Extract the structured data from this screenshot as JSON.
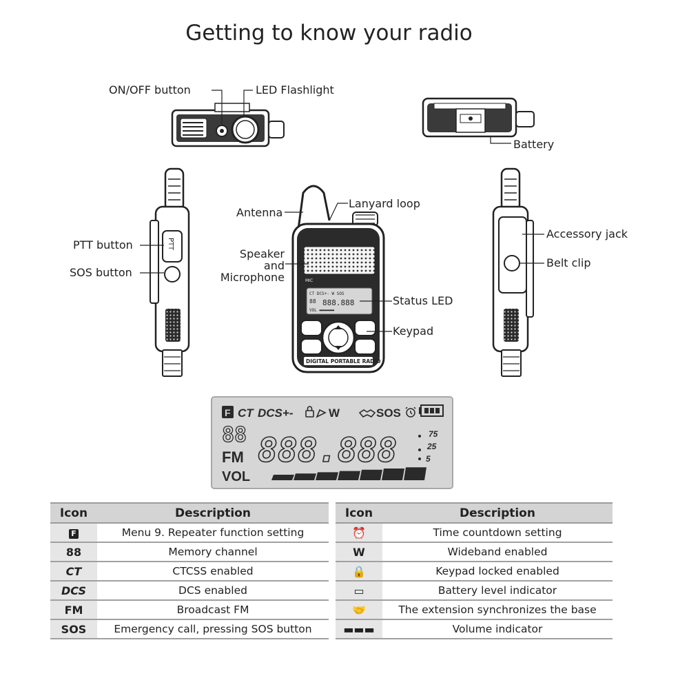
{
  "title": "Getting to know your radio",
  "labels": {
    "on_off": "ON/OFF button",
    "flashlight": "LED Flashlight",
    "battery": "Battery",
    "antenna": "Antenna",
    "lanyard": "Lanyard loop",
    "speaker_1": "Speaker",
    "speaker_2": "and",
    "speaker_3": "Microphone",
    "status_led": "Status LED",
    "keypad": "Keypad",
    "ptt": "PTT button",
    "sos": "SOS button",
    "accessory": "Accessory jack",
    "belt_clip": "Belt clip"
  },
  "radio_front": {
    "mic_text": "MIC",
    "footer_text": "DIGITAL PORTABLE RADIO"
  },
  "lcd": {
    "f_icon": "F",
    "ct": "CT",
    "dcs": "DCS+-",
    "w": "W",
    "sos": "SOS",
    "channel": "88",
    "fm": "FM",
    "frequency": "888.888",
    "steps": [
      "75",
      "25",
      "5"
    ],
    "vol": "VOL",
    "volume_level": 1.0
  },
  "table_headers": {
    "icon": "Icon",
    "description": "Description"
  },
  "table_left": [
    {
      "icon": "F",
      "icon_name": "f-box-icon",
      "description": "Menu 9. Repeater function setting"
    },
    {
      "icon": "88",
      "icon_name": "memory-digits-icon",
      "description": "Memory channel"
    },
    {
      "icon": "CT",
      "icon_name": "ct-icon",
      "description": "CTCSS enabled"
    },
    {
      "icon": "DCS",
      "icon_name": "dcs-icon",
      "description": "DCS enabled"
    },
    {
      "icon": "FM",
      "icon_name": "fm-icon",
      "description": "Broadcast FM"
    },
    {
      "icon": "SOS",
      "icon_name": "sos-icon",
      "description": "Emergency call, pressing SOS button"
    }
  ],
  "table_right": [
    {
      "icon": "⏰",
      "icon_name": "alarm-clock-icon",
      "description": "Time countdown setting"
    },
    {
      "icon": "W",
      "icon_name": "w-icon",
      "description": "Wideband enabled"
    },
    {
      "icon": "🔒",
      "icon_name": "lock-icon",
      "description": "Keypad locked enabled"
    },
    {
      "icon": "▭",
      "icon_name": "battery-icon",
      "description": "Battery level indicator"
    },
    {
      "icon": "🤝",
      "icon_name": "handshake-icon",
      "description": "The extension synchronizes the base"
    },
    {
      "icon": "▬▬▬",
      "icon_name": "volume-bars-icon",
      "description": "Volume indicator"
    }
  ],
  "colors": {
    "lcd_bg": "#d6d6d6",
    "lcd_ink": "#2a2a2a",
    "table_header": "#d4d4d4",
    "icon_col": "#e6e6e6",
    "device": "#2b2b2b"
  }
}
